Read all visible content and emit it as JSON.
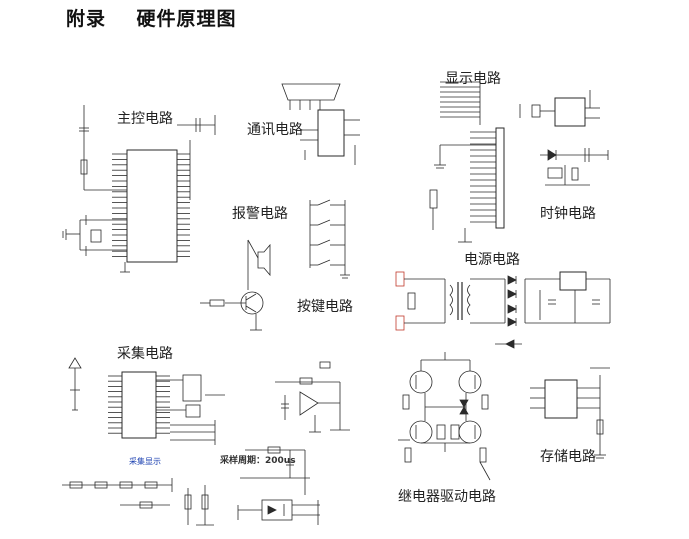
{
  "title": "附录    硬件原理图",
  "sections": {
    "main_control": "主控电路",
    "communication": "通讯电路",
    "display": "显示电路",
    "alarm": "报警电路",
    "clock": "时钟电路",
    "keys": "按键电路",
    "power": "电源电路",
    "acquisition": "采集电路",
    "storage": "存储电路",
    "relay_drive": "继电器驱动电路"
  },
  "notes": {
    "sampling_period": "采样周期：200us",
    "sampling_display": "采集显示"
  },
  "colors": {
    "wire": "#2a2a2a",
    "accent": "#1a3fb0",
    "power_rail": "#c0392b",
    "component": "#333333"
  }
}
